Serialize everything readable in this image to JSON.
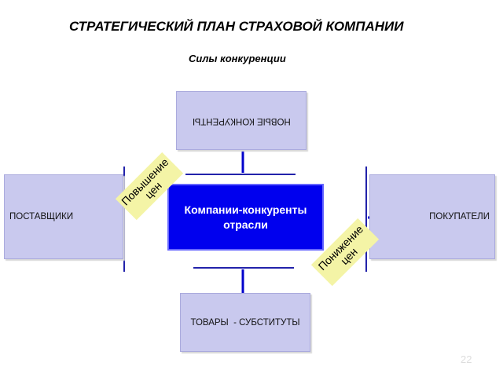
{
  "header": {
    "title": "СТРАТЕГИЧЕСКИЙ ПЛАН СТРАХОВОЙ КОМПАНИИ",
    "subtitle": "Силы конкуренции"
  },
  "diagram": {
    "center": {
      "line1": "Компании-конкуренты",
      "line2": "отрасли"
    },
    "new_competitors": "НОВЫЕ КОНКУРЕНТЫ",
    "suppliers": "ПОСТАВЩИКИ",
    "buyers": "ПОКУПАТЕЛИ",
    "substitutes": "ТОВАРЫ  - СУБСТИТУТЫ",
    "price_increase": {
      "line1": "Повышение",
      "line2": "цен"
    },
    "price_decrease": {
      "line1": "Понижение",
      "line2": "цен"
    }
  },
  "colors": {
    "center_fill": "#0000ee",
    "box_fill": "#c9c9ee",
    "tag_fill": "#f4f4a6",
    "connector": "#0000cc"
  },
  "footer": {
    "page_number": "22"
  }
}
